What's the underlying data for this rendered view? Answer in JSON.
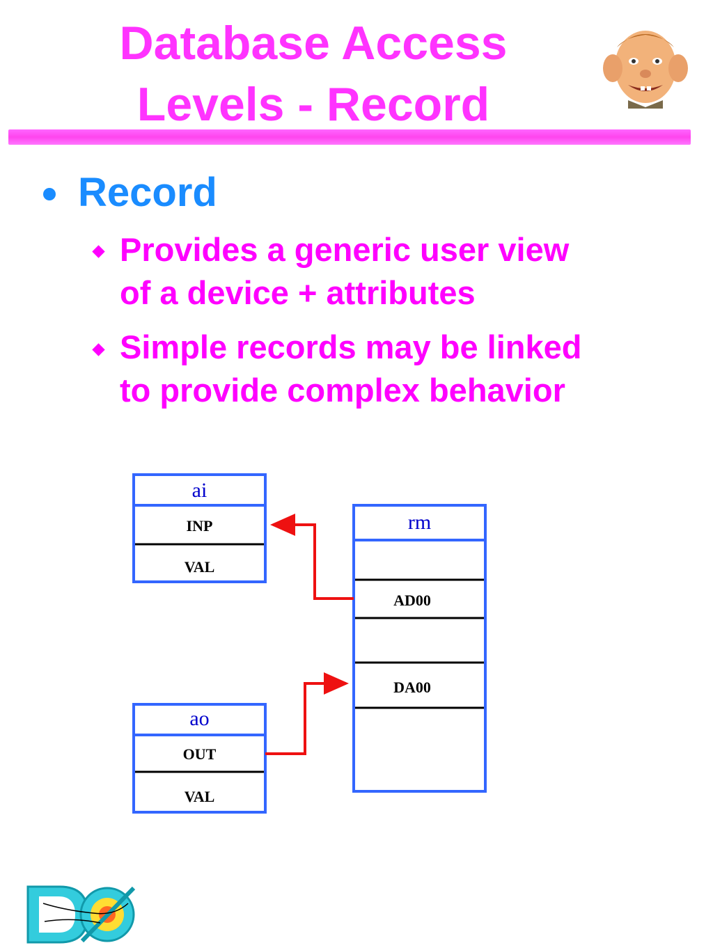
{
  "slide": {
    "title_line1": "Database Access",
    "title_line2": "Levels - Record",
    "bullet": "Record",
    "sub_bullets": [
      {
        "line1": "Provides a generic user view",
        "line2": "of a device + attributes"
      },
      {
        "line1": "Simple records may be linked",
        "line2": "to provide complex behavior"
      }
    ]
  },
  "diagram": {
    "ai": {
      "name": "ai",
      "fields": [
        "INP",
        "VAL"
      ]
    },
    "ao": {
      "name": "ao",
      "fields": [
        "OUT",
        "VAL"
      ]
    },
    "rm": {
      "name": "rm",
      "fields": [
        "",
        "AD00",
        "",
        "DA00",
        ""
      ]
    },
    "links": [
      {
        "from": "rm.AD00",
        "to": "ai.INP"
      },
      {
        "from": "ao.OUT",
        "to": "rm.DA00"
      }
    ],
    "colors": {
      "box_border": "#3366ff",
      "record_name": "#0000cc",
      "link": "#ee1111",
      "divider": "#000000"
    }
  },
  "icons": [
    "mascot-face-icon",
    "d0-logo-icon"
  ]
}
